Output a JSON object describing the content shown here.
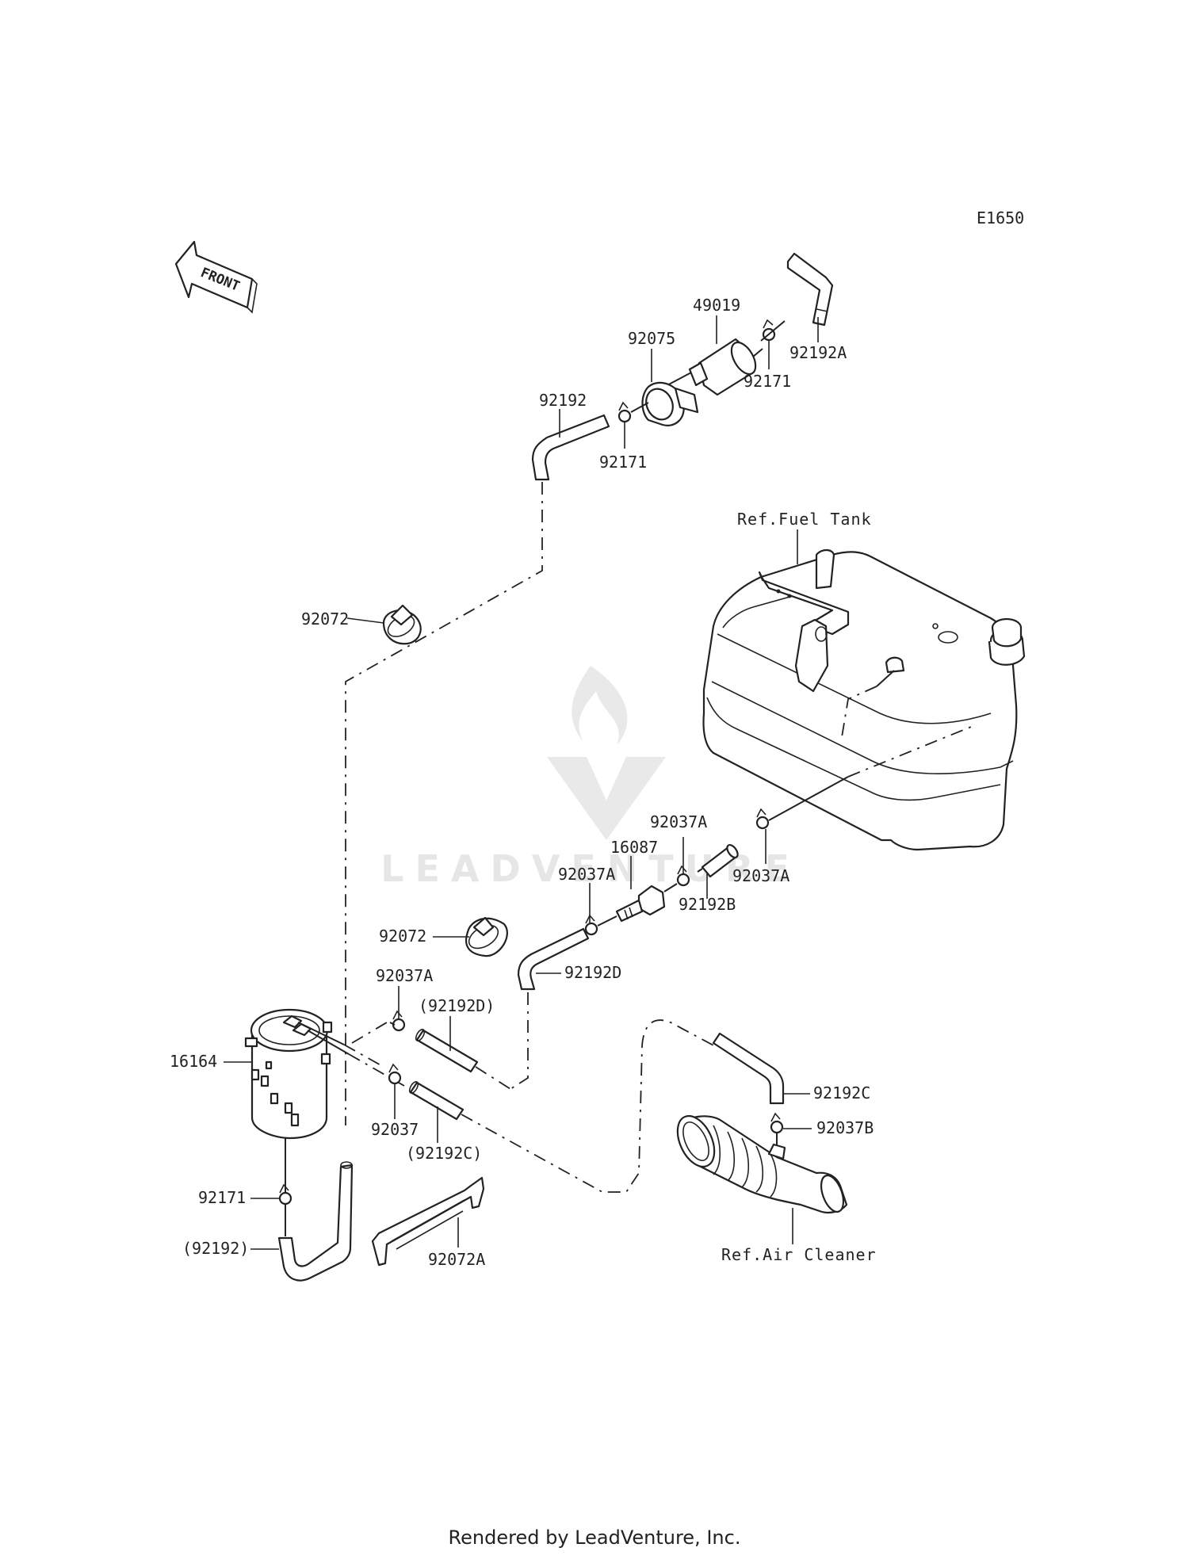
{
  "diagram_code": "E1650",
  "front_label": "FRONT",
  "labels": {
    "p49019": "49019",
    "p92075": "92075",
    "p92192A": "92192A",
    "p92171_top": "92171",
    "p92192_top": "92192",
    "p92171_mid": "92171",
    "ref_fuel_tank": "Ref.Fuel Tank",
    "p92072_top": "92072",
    "p92037A_1": "92037A",
    "p16087": "16087",
    "p92037A_2": "92037A",
    "p92037A_3": "92037A",
    "p92192B": "92192B",
    "p92072_mid": "92072",
    "p92192D": "92192D",
    "p92037A_4": "92037A",
    "p92192D_paren": "(92192D)",
    "p16164": "16164",
    "p92037": "92037",
    "p92192C_paren": "(92192C)",
    "p92192C": "92192C",
    "p92037B": "92037B",
    "p92171_bot": "92171",
    "p92192_paren": "(92192)",
    "p92072A": "92072A",
    "ref_air_cleaner": "Ref.Air Cleaner"
  },
  "footer": "Rendered by LeadVenture, Inc.",
  "watermark": "LEADVENTURE"
}
